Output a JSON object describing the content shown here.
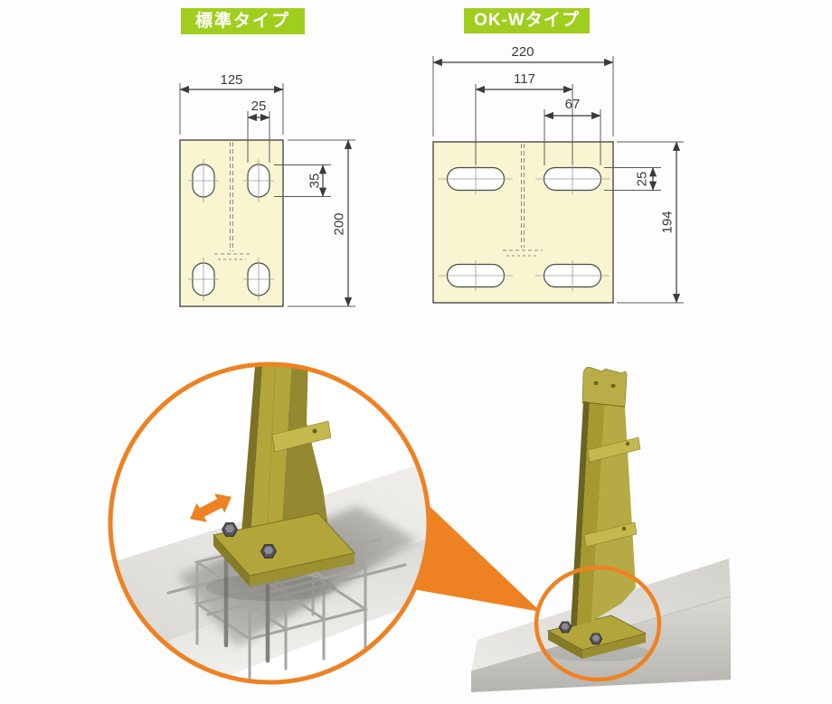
{
  "labels": {
    "standard_type": "標準タイプ",
    "okw_type": "OK-Wタイプ"
  },
  "drawings": {
    "standard": {
      "title": "標準タイプ",
      "dims": {
        "overall_width": "125",
        "hole_width": "25",
        "hole_height": "35",
        "overall_height": "200"
      }
    },
    "okw": {
      "title": "OK-Wタイプ",
      "dims": {
        "overall_width": "220",
        "hole_pitch": "117",
        "hole_width": "67",
        "hole_height": "25",
        "overall_height": "194"
      }
    }
  },
  "colors": {
    "label_green": "#a0ce1e",
    "accent_orange": "#ee8223",
    "plate_fill": "#f8f5d0",
    "drawing_line": "#3a3a3a",
    "post_olive": "#ab9f36",
    "concrete_gray": "#d6d5d0"
  },
  "icons": {
    "double_arrow": "double-horizontal-arrow-icon",
    "magnifier": "magnify-circle-icon",
    "callout": "callout-wedge-icon"
  }
}
